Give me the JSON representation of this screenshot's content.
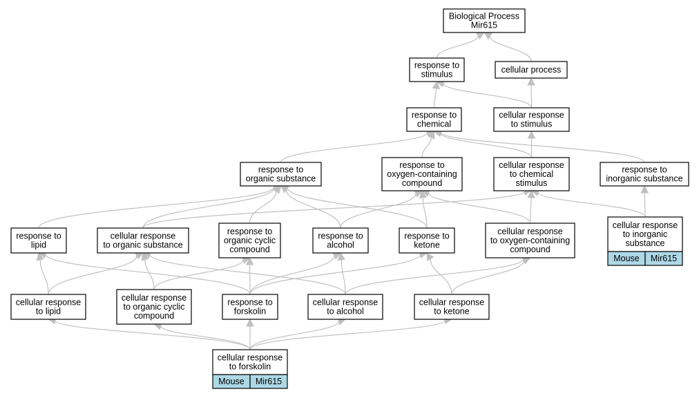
{
  "nodes": {
    "bp": [
      "Biological Process",
      "Mir615"
    ],
    "rstim": [
      "response to",
      "stimulus"
    ],
    "cproc": [
      "cellular process"
    ],
    "rchem": [
      "response to",
      "chemical"
    ],
    "crstim": [
      "cellular response",
      "to stimulus"
    ],
    "rorg": [
      "response to",
      "organic substance"
    ],
    "roxy": [
      "response to",
      "oxygen-containing",
      "compound"
    ],
    "crchem": [
      "cellular response",
      "to chemical",
      "stimulus"
    ],
    "rinorg": [
      "response to",
      "inorganic substance"
    ],
    "rlipid": [
      "response to",
      "lipid"
    ],
    "crorg": [
      "cellular response",
      "to organic substance"
    ],
    "rocc": [
      "response to",
      "organic cyclic",
      "compound"
    ],
    "ralc": [
      "response to",
      "alcohol"
    ],
    "rket": [
      "response to",
      "ketone"
    ],
    "croxy": [
      "cellular response",
      "to oxygen-containing",
      "compound"
    ],
    "crinorg": [
      "cellular response",
      "to inorganic",
      "substance"
    ],
    "crlipid": [
      "cellular response",
      "to lipid"
    ],
    "crocc": [
      "cellular response",
      "to organic cyclic",
      "compound"
    ],
    "rforsk": [
      "response to",
      "forskolin"
    ],
    "cralc": [
      "cellular response",
      "to alcohol"
    ],
    "crket": [
      "cellular response",
      "to ketone"
    ],
    "crforsk": [
      "cellular response",
      "to forskolin"
    ]
  },
  "tags": {
    "crinorg": [
      "Mouse",
      "Mir615"
    ],
    "crforsk": [
      "Mouse",
      "Mir615"
    ]
  },
  "colors": {
    "edge": "#c0c0c0",
    "tag_fill": "#add8e6",
    "node_border": "#000000"
  }
}
